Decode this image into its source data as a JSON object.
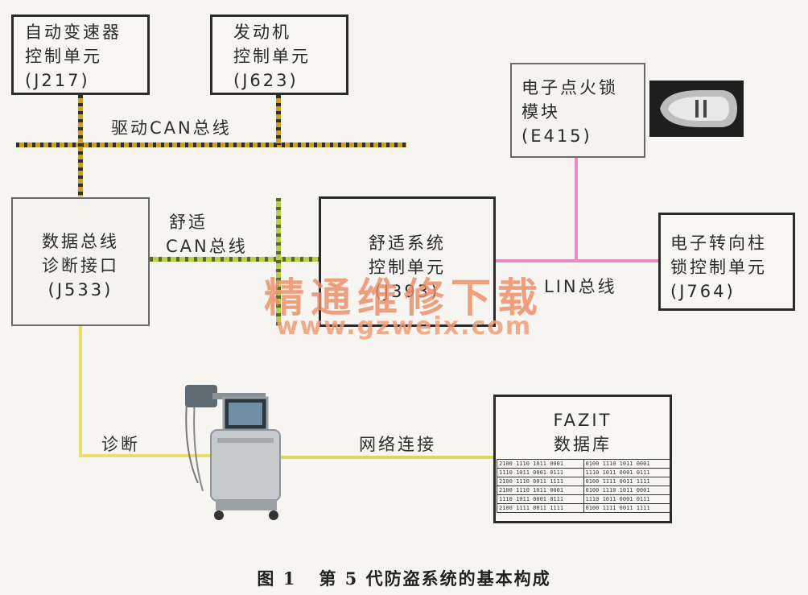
{
  "boxes": {
    "j217": {
      "lines": [
        "自动变速器",
        "控制单元",
        "(J217)"
      ]
    },
    "j623": {
      "lines": [
        "发动机",
        "控制单元",
        "(J623)"
      ]
    },
    "e415": {
      "lines": [
        "电子点火锁",
        "模块",
        "(E415)"
      ]
    },
    "j533": {
      "lines": [
        "数据总线",
        "诊断接口",
        "(J533)"
      ]
    },
    "j393": {
      "lines": [
        "舒适系统",
        "控制单元",
        "(J393)"
      ]
    },
    "j764": {
      "lines": [
        "电子转向柱",
        "锁控制单元",
        "(J764)"
      ]
    },
    "fazit": {
      "lines": [
        "FAZIT",
        "数据库"
      ]
    }
  },
  "labels": {
    "drive_can": "驱动CAN总线",
    "comfort_can_1": "舒适",
    "comfort_can_2": "CAN总线",
    "lin_bus": "LIN总线",
    "diagnosis": "诊断",
    "network": "网络连接"
  },
  "database_rows": [
    [
      "2100 1110 1011 0001",
      "0100 1110 1011 0001"
    ],
    [
      "1110 1011 0001 0111",
      "1110 1011 0001 0111"
    ],
    [
      "2100 1110 0011 1111",
      "0100 1111 0011 1111"
    ],
    [
      "2100 1110 1011 0001",
      "0100 1110 1011 0001"
    ],
    [
      "1110 1011 0001 0111",
      "1110 1011 0001 0111"
    ],
    [
      "2100 1111 0011 1111",
      "0100 1111 0011 1111"
    ]
  ],
  "caption": {
    "figure": "图 1",
    "text": "第 5 代防盗系统的基本构成"
  },
  "watermark": {
    "cn": "精通维修下载",
    "url": "www.gzweix.com"
  },
  "colors": {
    "can_drive": "#c9a11e",
    "can_comfort": "#b9cf4a",
    "lin": "#e98cc6",
    "diag": "#eadf6a",
    "net": "#d6db58",
    "dash": "#2f2f2f"
  }
}
